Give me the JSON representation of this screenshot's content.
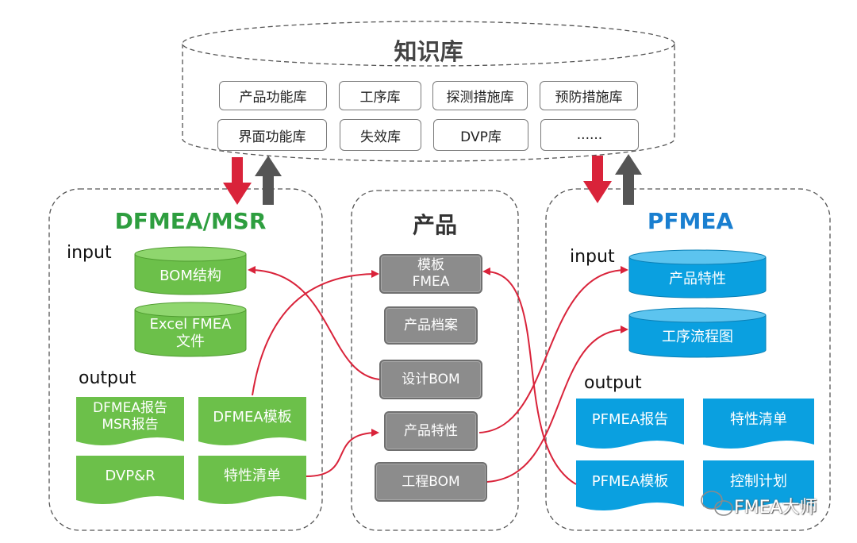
{
  "knowledge_base": {
    "title": "知识库",
    "items": [
      "产品功能库",
      "工序库",
      "探测措施库",
      "预防措施库",
      "界面功能库",
      "失效库",
      "DVP库",
      "......"
    ]
  },
  "dfmea": {
    "title": "DFMEA/MSR",
    "input_label": "input",
    "output_label": "output",
    "inputs": [
      "BOM结构",
      "Excel FMEA\n文件"
    ],
    "outputs": [
      "DFMEA报告\nMSR报告",
      "DFMEA模板",
      "DVP&R",
      "特性清单"
    ]
  },
  "product": {
    "title": "产品",
    "items": [
      "模板\nFMEA",
      "产品档案",
      "设计BOM",
      "产品特性",
      "工程BOM"
    ]
  },
  "pfmea": {
    "title": "PFMEA",
    "input_label": "input",
    "output_label": "output",
    "inputs": [
      "产品特性",
      "工序流程图"
    ],
    "outputs": [
      "PFMEA报告",
      "特性清单",
      "PFMEA模板",
      "控制计划"
    ]
  },
  "watermark": {
    "text": "FMEA大师"
  },
  "colors": {
    "dfmea_green": "#6cc04a",
    "dfmea_title": "#2e9e3f",
    "pfmea_blue": "#0aa0e0",
    "pfmea_title": "#1a7fd0",
    "product_grey": "#8c8c8c",
    "arrow_red": "#d9233a",
    "arrow_grey": "#555555",
    "border_dash": "#555555"
  }
}
